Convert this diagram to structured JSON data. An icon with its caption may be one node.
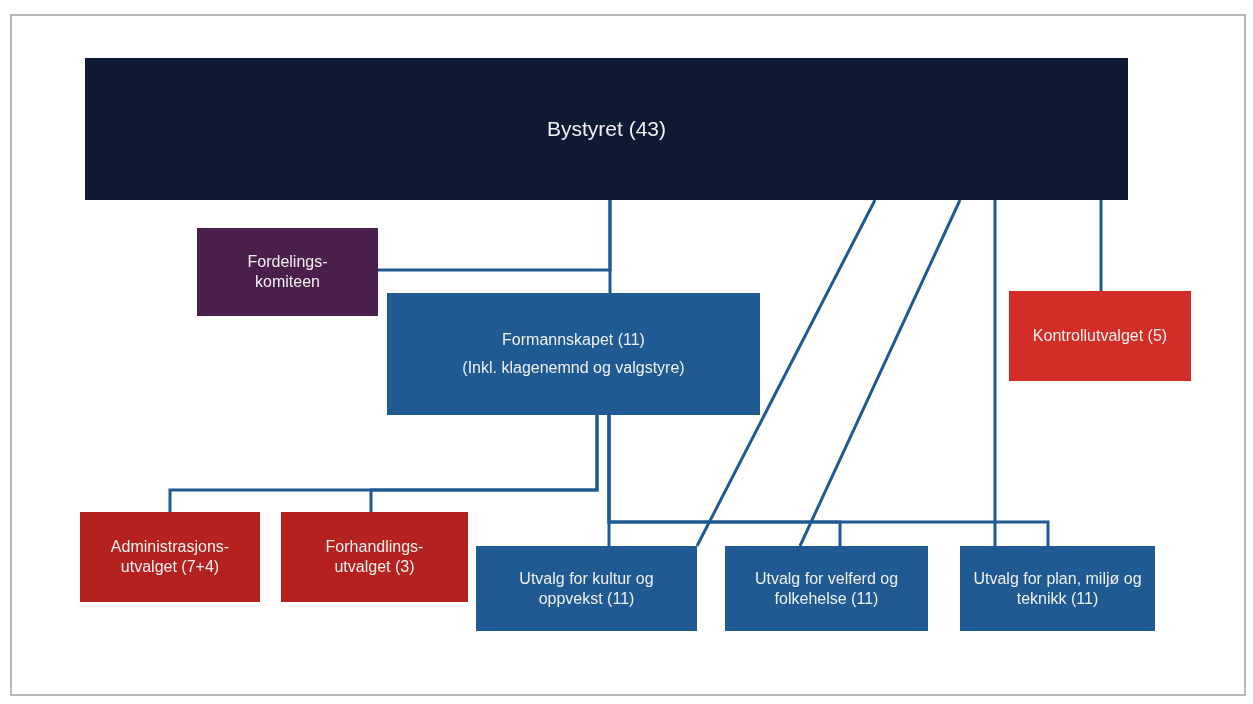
{
  "diagram": {
    "nodes": [
      {
        "text": [
          "Bystyret (43)"
        ]
      },
      {
        "text": [
          "Fordelings- komiteen"
        ]
      },
      {
        "text": [
          "Formannskapet (11)",
          "(Inkl. klagenemnd og valgstyre)"
        ]
      },
      {
        "text": [
          "Kontrollutvalget (5)"
        ]
      },
      {
        "text": [
          "Administrasjons- utvalget (7+4)"
        ]
      },
      {
        "text": [
          "Forhandlings- utvalget (3)"
        ]
      },
      {
        "text": [
          "Utvalg for kultur og oppvekst (11)"
        ]
      },
      {
        "text": [
          "Utvalg for velferd og folkehelse (11)"
        ]
      },
      {
        "text": [
          "Utvalg for plan, miljø og teknikk (11)"
        ]
      }
    ],
    "edges": [
      {
        "from": 0,
        "to": 2,
        "arrow": "none"
      },
      {
        "from": 0,
        "to": 1,
        "arrow": "none"
      },
      {
        "from": 0,
        "to": 3,
        "arrow": "none"
      },
      {
        "from": 0,
        "to": 6,
        "arrow": "none"
      },
      {
        "from": 0,
        "to": 7,
        "arrow": "none"
      },
      {
        "from": 0,
        "to": 8,
        "arrow": "none"
      },
      {
        "from": 2,
        "to": 4,
        "arrow": "none"
      },
      {
        "from": 2,
        "to": 5,
        "arrow": "none"
      },
      {
        "from": 2,
        "to": 6,
        "arrow": "none"
      },
      {
        "from": 2,
        "to": 7,
        "arrow": "none"
      },
      {
        "from": 2,
        "to": 8,
        "arrow": "none"
      }
    ]
  }
}
